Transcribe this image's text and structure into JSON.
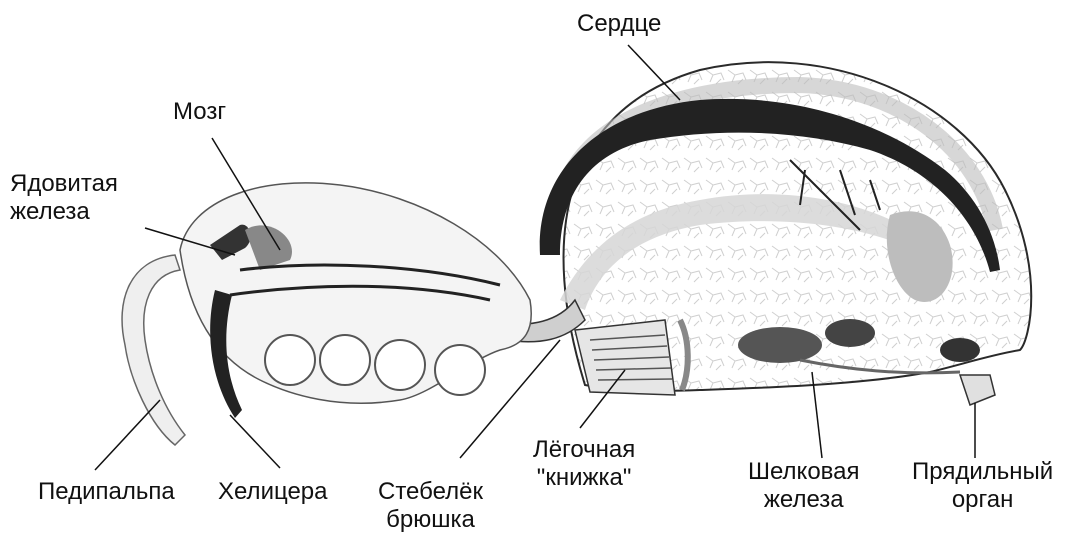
{
  "labels": {
    "heart": "Сердце",
    "brain": "Мозг",
    "venom_gland": [
      "Ядовитая",
      "железа"
    ],
    "pedipalp": "Педипальпа",
    "chelicera": "Хелицера",
    "pedicel": [
      "Стебелёк",
      "брюшка"
    ],
    "book_lung": [
      "Лёгочная",
      "\"книжка\""
    ],
    "silk_gland": [
      "Шелковая",
      "железа"
    ],
    "spinneret": [
      "Прядильный",
      "орган"
    ]
  },
  "colors": {
    "outline": "#2a2a2a",
    "organ_dark": "#222222",
    "tissue_grey": "#d9d9d9",
    "mesh": "#c8c8c8"
  }
}
